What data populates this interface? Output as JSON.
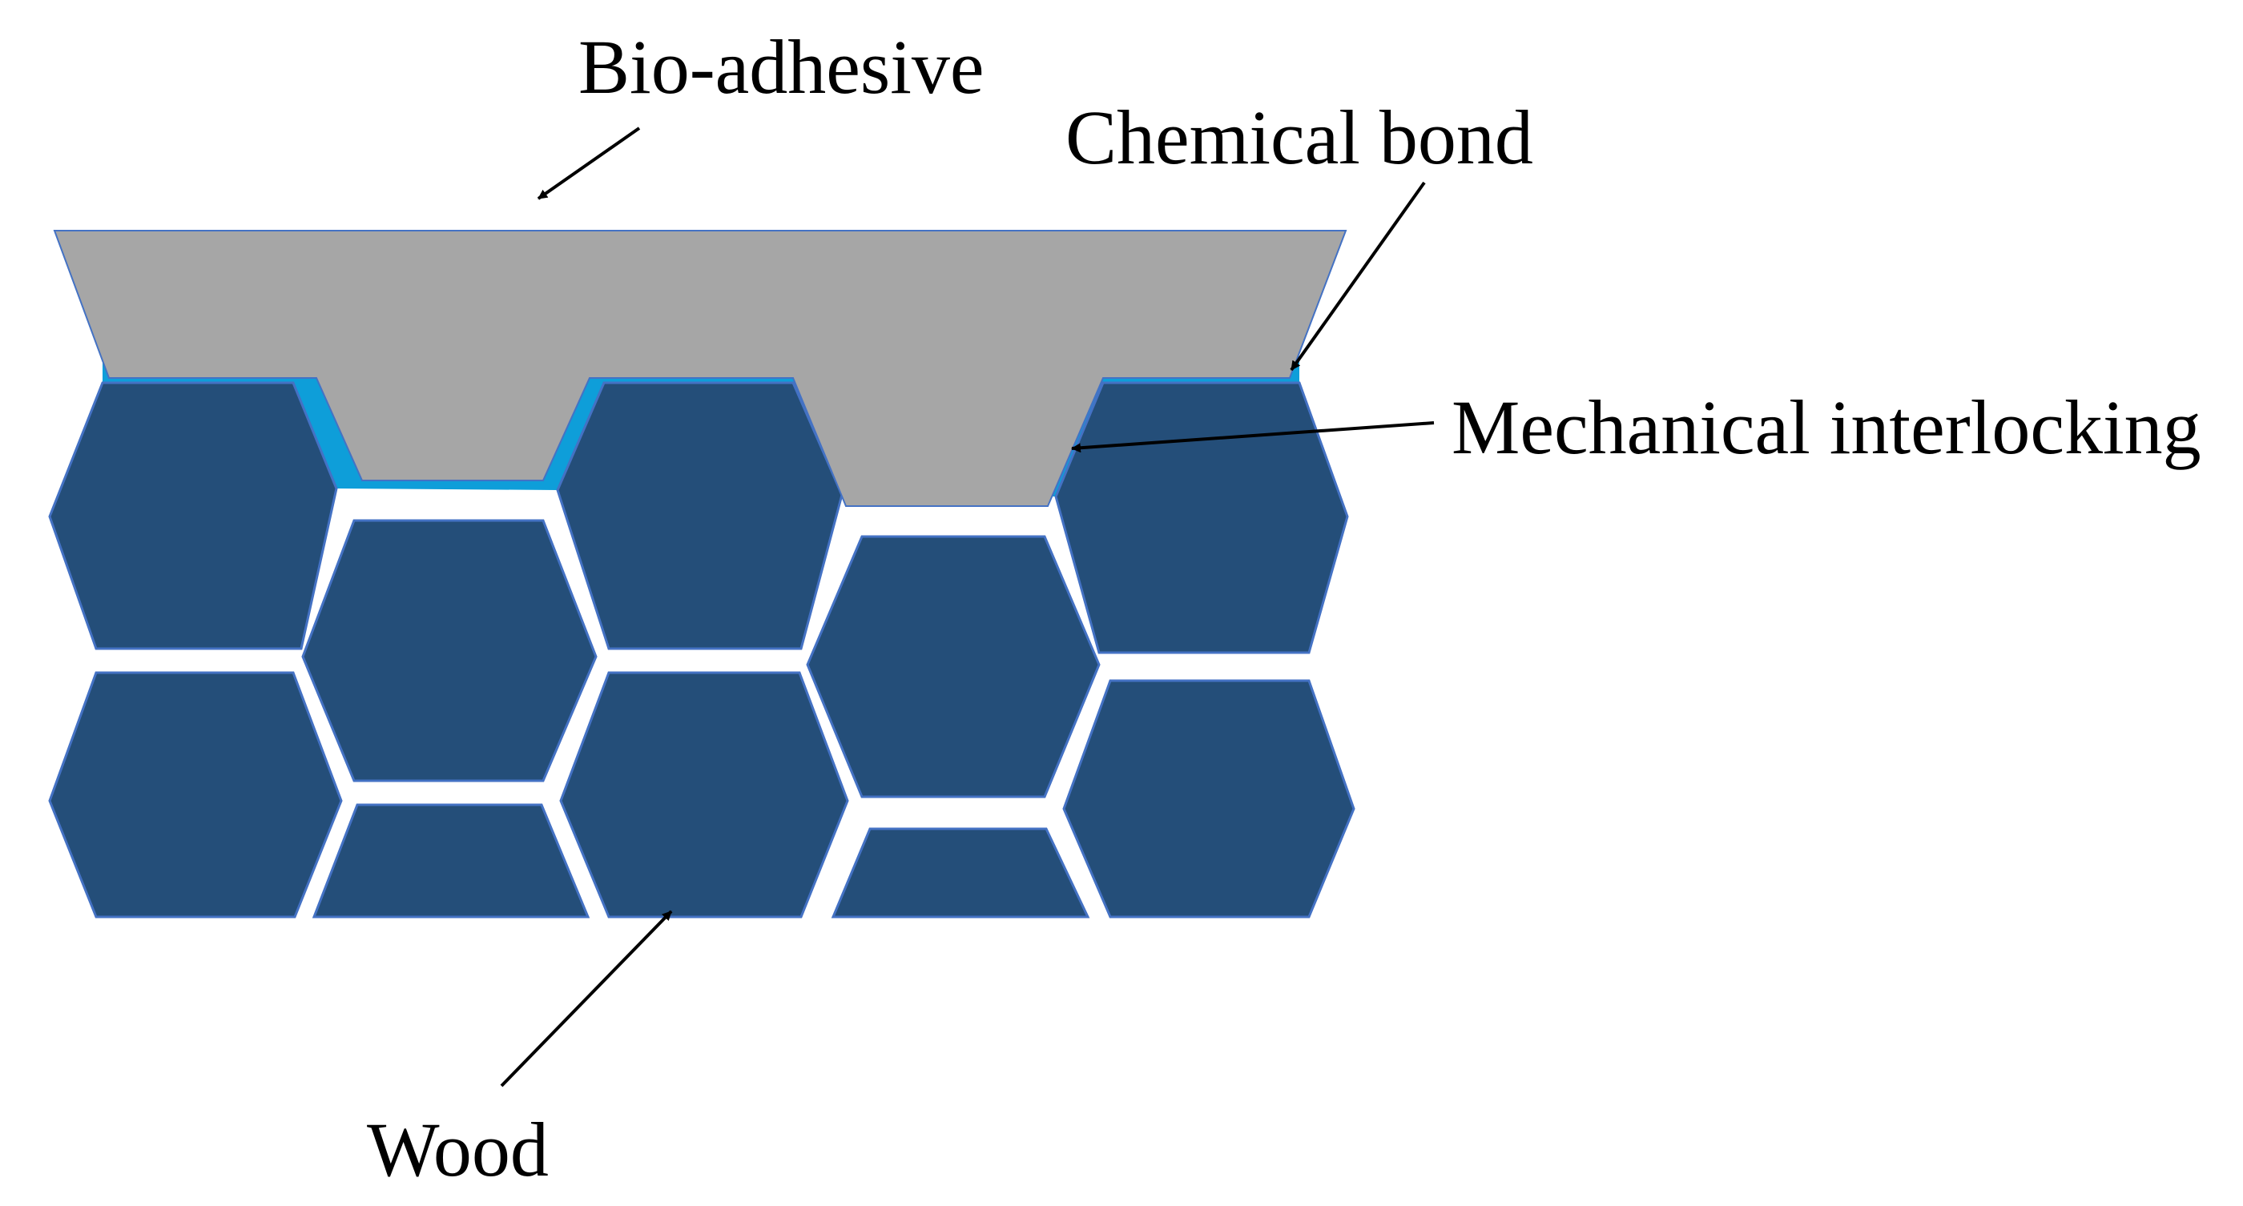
{
  "labels": {
    "bio_adhesive": "Bio-adhesive",
    "chemical_bond": "Chemical bond",
    "mechanical_interlocking": "Mechanical interlocking",
    "wood": "Wood"
  },
  "colors": {
    "adhesive_fill": "#a6a6a6",
    "bond_layer": "#0e9ed9",
    "wood_cell": "#244e79",
    "wood_cell_edge": "#4472c4",
    "background": "#ffffff",
    "arrow": "#000000"
  }
}
